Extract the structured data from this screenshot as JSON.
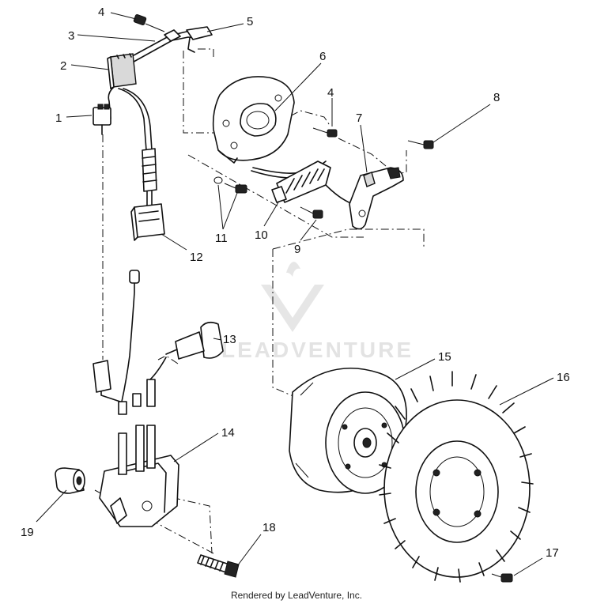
{
  "diagram": {
    "watermark": "LEADVENTURE",
    "footer": "Rendered by LeadVenture, Inc.",
    "callouts": [
      "1",
      "2",
      "3",
      "4",
      "4",
      "5",
      "6",
      "7",
      "8",
      "9",
      "10",
      "11",
      "12",
      "13",
      "14",
      "15",
      "16",
      "17",
      "18",
      "19"
    ]
  }
}
